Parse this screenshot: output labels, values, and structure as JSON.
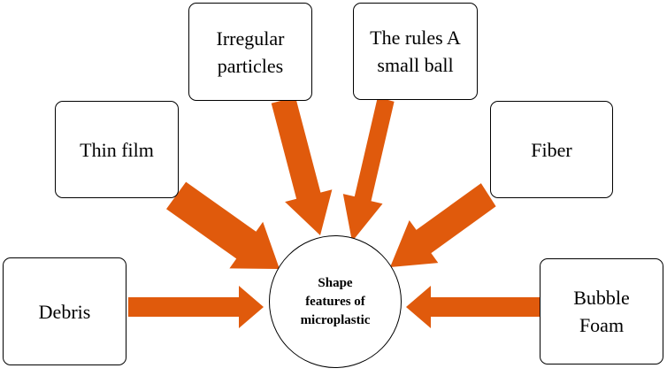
{
  "center": {
    "label": "Shape\nfeatures of\nmicroplastic"
  },
  "features": [
    {
      "id": "debris",
      "label": "Debris"
    },
    {
      "id": "thin-film",
      "label": "Thin film"
    },
    {
      "id": "irregular-particles",
      "label": "Irregular\nparticles"
    },
    {
      "id": "small-ball",
      "label": "The rules A\nsmall ball"
    },
    {
      "id": "fiber",
      "label": "Fiber"
    },
    {
      "id": "bubble-foam",
      "label": "Bubble\nFoam"
    }
  ],
  "colors": {
    "arrow": "#e05a0c",
    "border": "#000000",
    "background": "#ffffff"
  }
}
